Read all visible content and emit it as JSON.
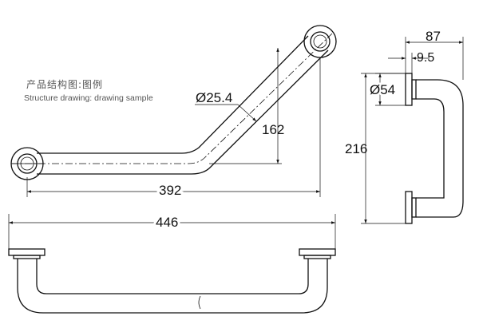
{
  "caption": {
    "cn": "产品结构图:图例",
    "en": "Structure drawing: drawing sample"
  },
  "dimensions": {
    "tube_diameter": "Ø25.4",
    "flange_diameter": "Ø54",
    "vertical_rise": "162",
    "horizontal_length": "392",
    "overall_length": "446",
    "overall_height": "216",
    "projection": "87",
    "flange_thickness": "9.5"
  }
}
